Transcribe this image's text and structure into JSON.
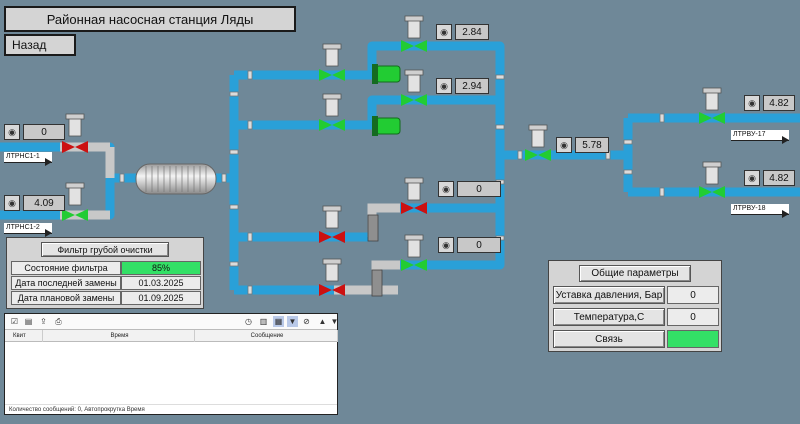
{
  "title": "Районная насосная станция Ляды",
  "back_label": "Назад",
  "readouts": [
    {
      "id": "r1",
      "value": "0"
    },
    {
      "id": "r2",
      "value": "4.09"
    },
    {
      "id": "r3",
      "value": "2.84"
    },
    {
      "id": "r4",
      "value": "2.94"
    },
    {
      "id": "r5",
      "value": "5.78"
    },
    {
      "id": "r6",
      "value": "0"
    },
    {
      "id": "r7",
      "value": "0"
    },
    {
      "id": "r8",
      "value": "4.82"
    },
    {
      "id": "r9",
      "value": "4.82"
    }
  ],
  "tags": {
    "in1": "ЛТРНС1-1",
    "in2": "ЛТРНС1-2",
    "out1": "ЛТРВУ-17",
    "out2": "ЛТРВУ-18"
  },
  "filter_panel": {
    "title": "Фильтр грубой очистки",
    "rows": [
      {
        "label": "Состояние фильтра",
        "value": "85%"
      },
      {
        "label": "Дата последней замены",
        "value": "01.03.2025"
      },
      {
        "label": "Дата плановой замены",
        "value": "01.09.2025"
      }
    ]
  },
  "params_panel": {
    "title": "Общие параметры",
    "rows": [
      {
        "label": "Уставка давления, Бар",
        "value": "0"
      },
      {
        "label": "Температура,С",
        "value": "0"
      },
      {
        "label": "Связь",
        "value": ""
      }
    ]
  },
  "log": {
    "columns": [
      "Квит",
      "Время",
      "Сообщение"
    ],
    "status": "Количество сообщений: 0, Автопрокрутка Время"
  },
  "colors": {
    "background": "#6f8898",
    "pipe": "#2aa0d8",
    "valve_open": "#22cc33",
    "valve_closed": "#cc1111",
    "comm_ok": "#33e066"
  }
}
